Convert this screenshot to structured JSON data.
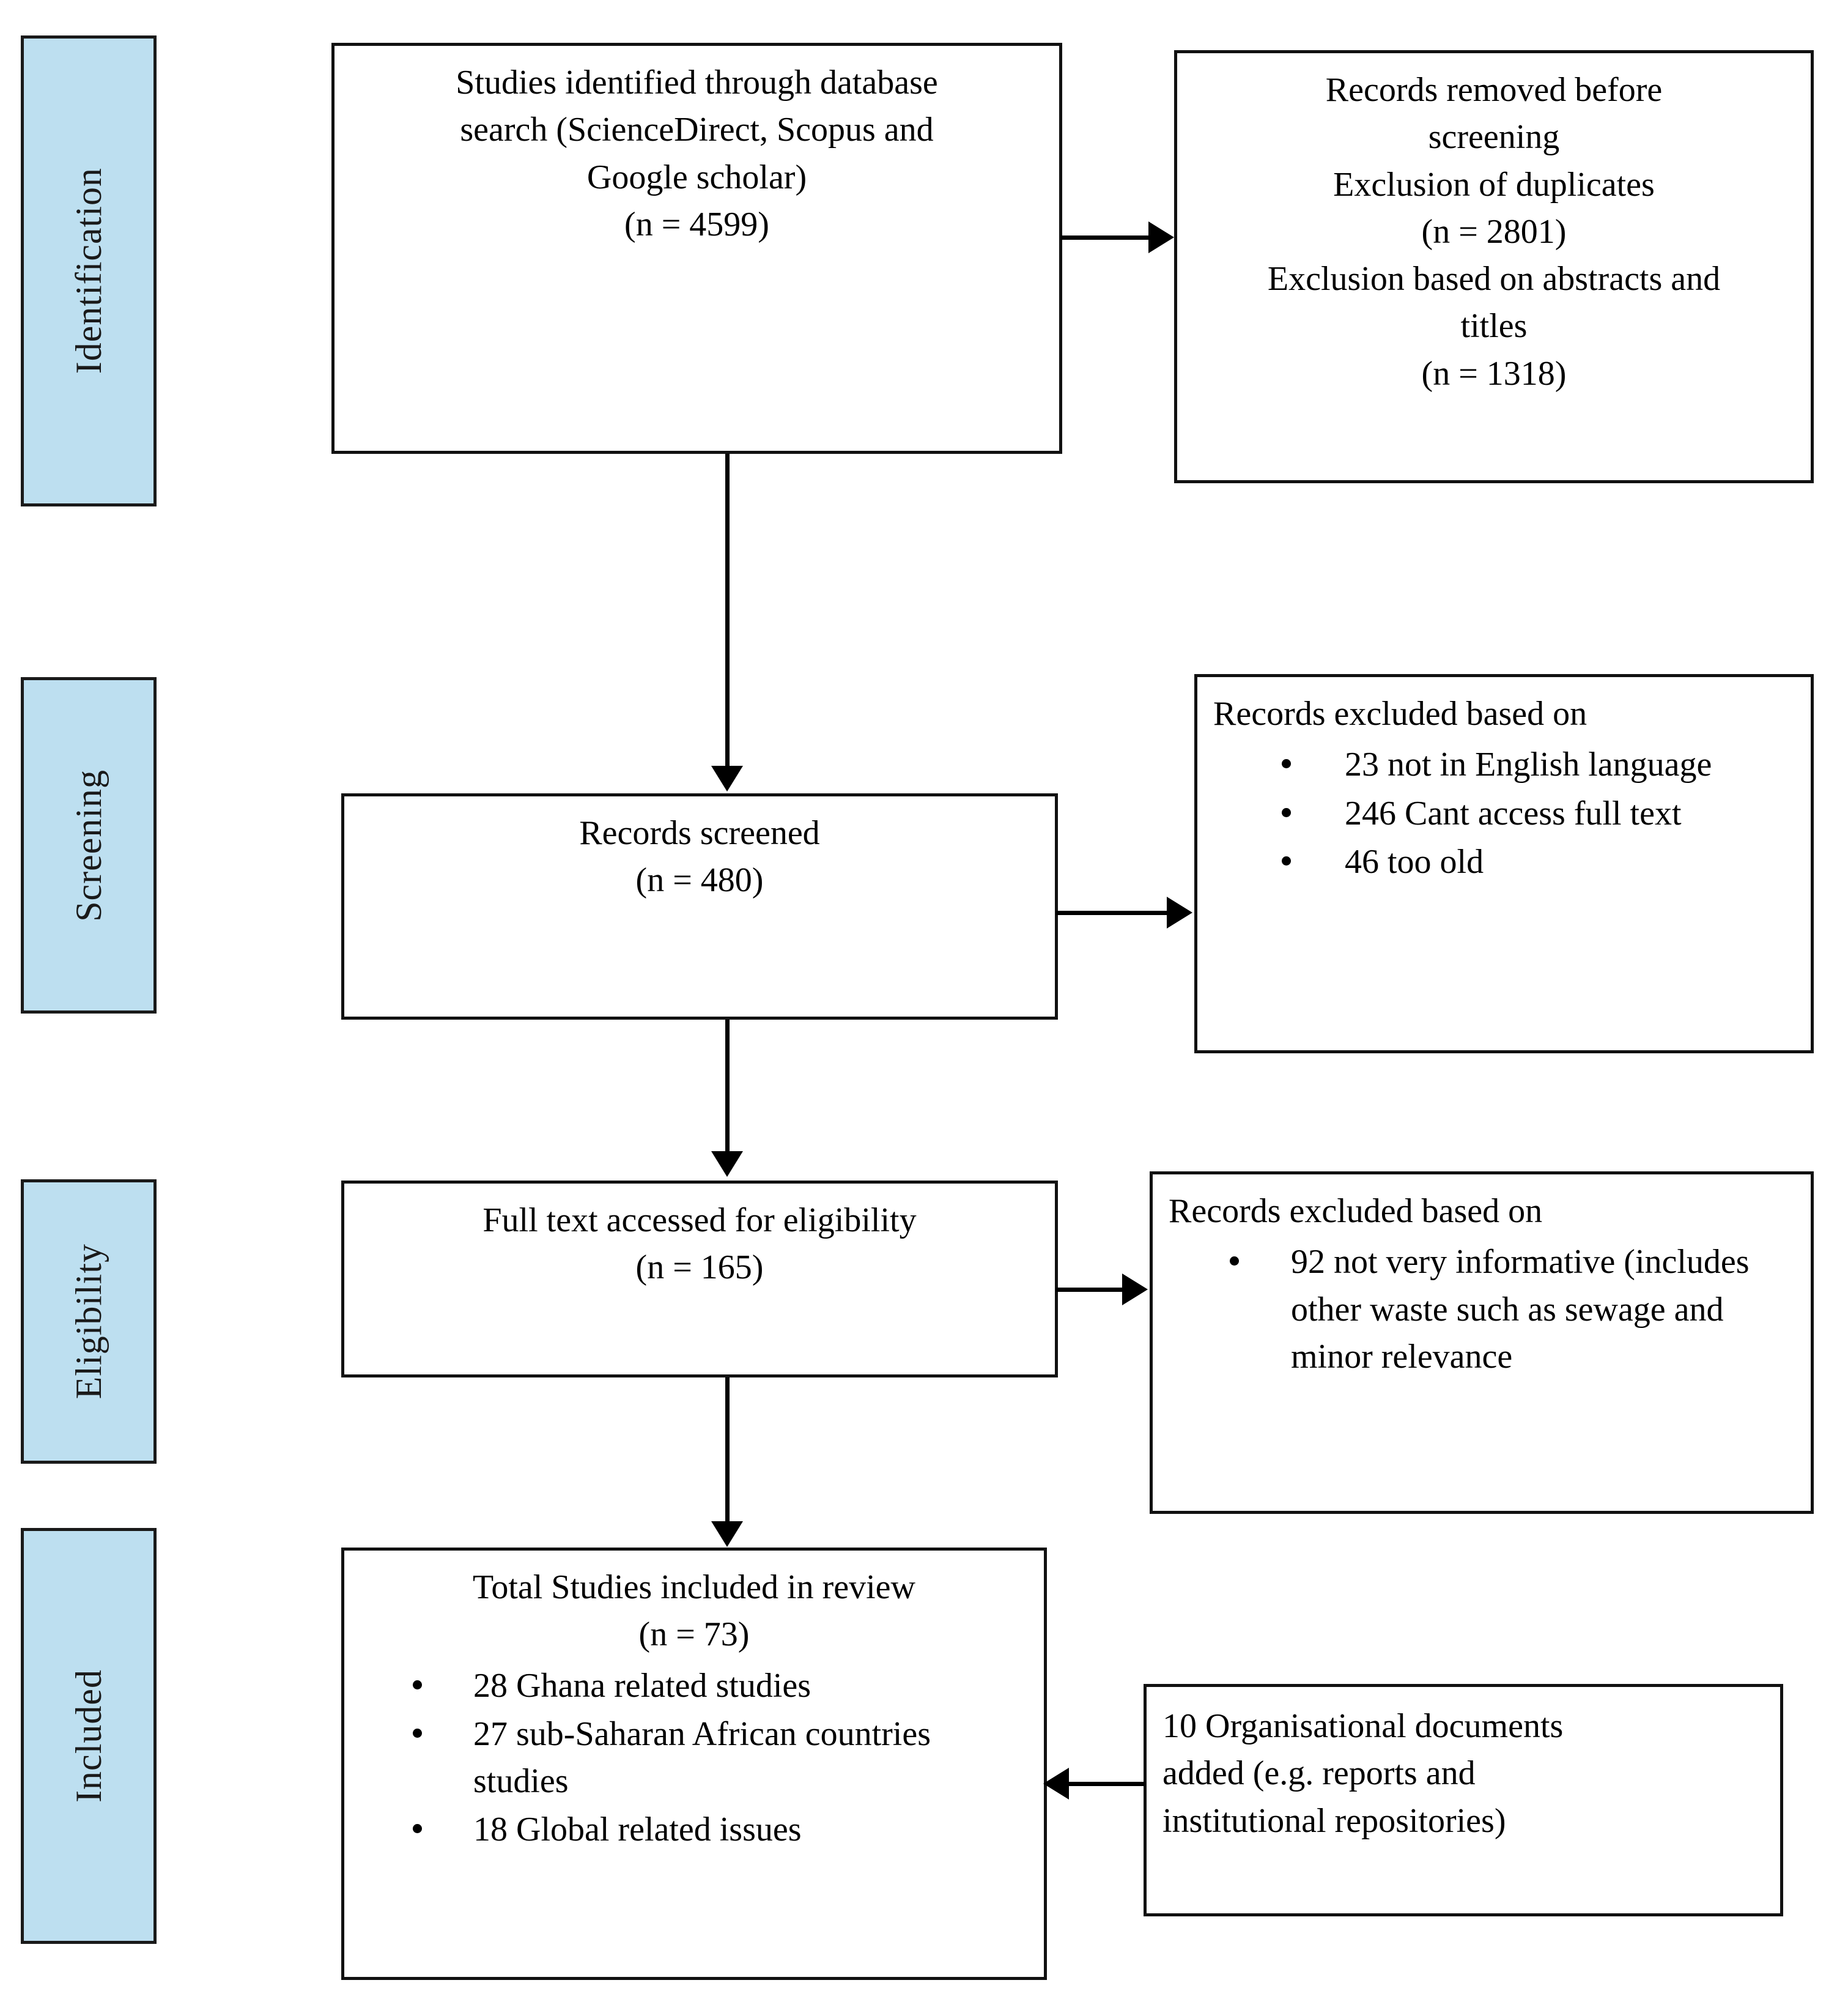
{
  "diagram": {
    "type": "prisma-flow-diagram",
    "accent_color": "#bddff0",
    "line_color": "#000000",
    "stages": [
      {
        "id": "identification",
        "label": "Identification"
      },
      {
        "id": "screening",
        "label": "Screening"
      },
      {
        "id": "eligibility",
        "label": "Eligibility"
      },
      {
        "id": "included",
        "label": "Included"
      }
    ]
  },
  "nodes": {
    "identified": {
      "lines": [
        "Studies identified through database",
        "search (ScienceDirect, Scopus and",
        "Google scholar)",
        "(n = 4599)"
      ]
    },
    "removed_before_screening": {
      "lines": [
        "Records removed before",
        "screening",
        "Exclusion of duplicates",
        "(n = 2801)",
        "Exclusion based on abstracts and",
        "titles",
        "(n = 1318)"
      ]
    },
    "records_screened": {
      "lines": [
        "Records screened",
        "(n = 480)"
      ]
    },
    "screening_excluded": {
      "heading": "Records excluded based on",
      "bullets": [
        "23 not in English language",
        "246 Cant access full text",
        "46 too old"
      ]
    },
    "full_text_assessed": {
      "lines": [
        "Full text accessed for eligibility",
        "(n = 165)"
      ]
    },
    "eligibility_excluded": {
      "heading": "Records excluded based on",
      "bullets": [
        "92 not very informative (includes other waste such as sewage and minor relevance"
      ]
    },
    "total_included": {
      "lines": [
        "Total Studies included in review",
        "(n = 73)"
      ],
      "bullets": [
        "28 Ghana related studies",
        "27 sub-Saharan African countries studies",
        "18 Global related issues"
      ]
    },
    "organisational_documents": {
      "lines": [
        "10 Organisational documents",
        "added (e.g. reports and",
        "institutional repositories)"
      ]
    }
  }
}
